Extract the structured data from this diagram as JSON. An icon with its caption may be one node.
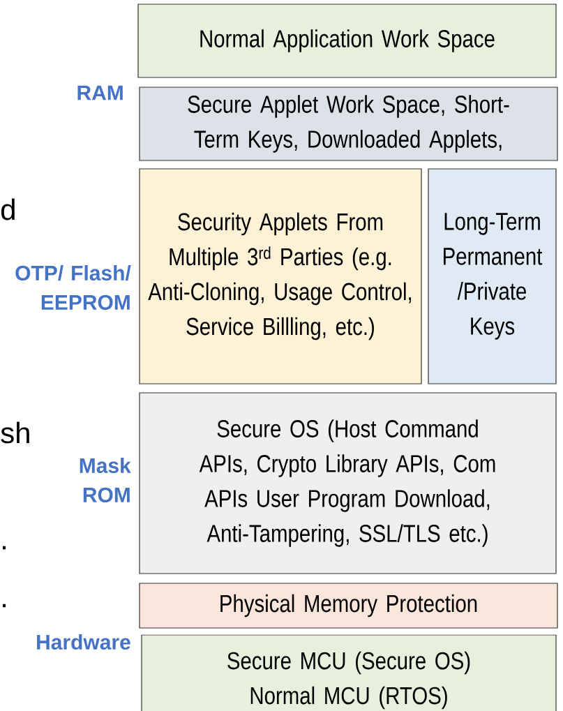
{
  "diagram": {
    "nodes": [
      {
        "text": [
          "Normal Application Work Space"
        ]
      },
      {
        "text": [
          "Secure Applet Work Space, Short-Term Keys, Downloaded Applets,"
        ]
      },
      {
        "text": [
          "Security Applets From Multiple 3$^{rd}$ Parties (e.g. Anti-Cloning, Usage Control, Service Billling, etc.)"
        ]
      },
      {
        "text": [
          "Long-Term Permanent /Private Keys"
        ]
      },
      {
        "text": [
          "Secure OS (Host Command APIs, Crypto Library APIs, Com APIs User Program Download, Anti-Tampering, SSL/TLS etc.)"
        ]
      },
      {
        "text": [
          "Physical Memory Protection"
        ]
      },
      {
        "text": [
          "Secure MCU (Secure OS) Normal MCU (RTOS)"
        ]
      }
    ],
    "labels": [
      "RAM",
      "d",
      "OTP/ Flash/ EEPROM",
      "sh",
      "Mask ROM",
      ".",
      ".",
      "Hardware"
    ]
  }
}
